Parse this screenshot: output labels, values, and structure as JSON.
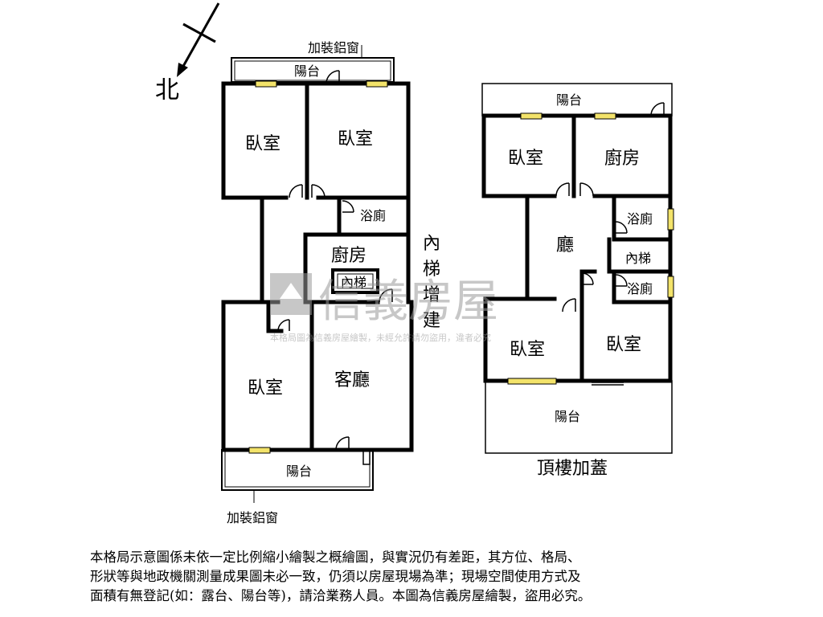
{
  "compass": {
    "label": "北"
  },
  "floor_left": {
    "top_window_label": "加裝鋁窗",
    "bottom_window_label": "加裝鋁窗",
    "top_balcony": "陽台",
    "bottom_balcony": "陽台",
    "bedroom_tl": "臥室",
    "bedroom_tr": "臥室",
    "bath": "浴廁",
    "kitchen": "廚房",
    "stair": "內梯",
    "bedroom_bl": "臥室",
    "living": "客廳",
    "side_note": [
      "內",
      "梯",
      "增",
      "建"
    ]
  },
  "floor_right": {
    "top_balcony": "陽台",
    "bedroom_tl": "臥室",
    "kitchen": "廚房",
    "hall": "廳",
    "bath_top": "浴廁",
    "stair": "內梯",
    "bath_bottom": "浴廁",
    "bedroom_bl": "臥室",
    "bedroom_br": "臥室",
    "bottom_balcony": "陽台",
    "caption": "頂樓加蓋"
  },
  "watermark": {
    "brand": "信義房屋",
    "fine_print": "本格局圖為信義房屋繪製，未經允許請勿盜用，違者必究"
  },
  "notes": [
    "本格局示意圖係未依一定比例縮小繪製之概繪圖，與實況仍有差距，其方位、格局、",
    "形狀等與地政機關測量成果圖未必一致，仍須以房屋現場為準；現場空間使用方式及",
    "面積有無登記(如：露台、陽台等)，請洽業務人員。本圖為信義房屋繪製，盜用必究。"
  ],
  "colors": {
    "wall": "#000000",
    "window": "#f3e36a",
    "watermark": "#9a9a9a"
  }
}
